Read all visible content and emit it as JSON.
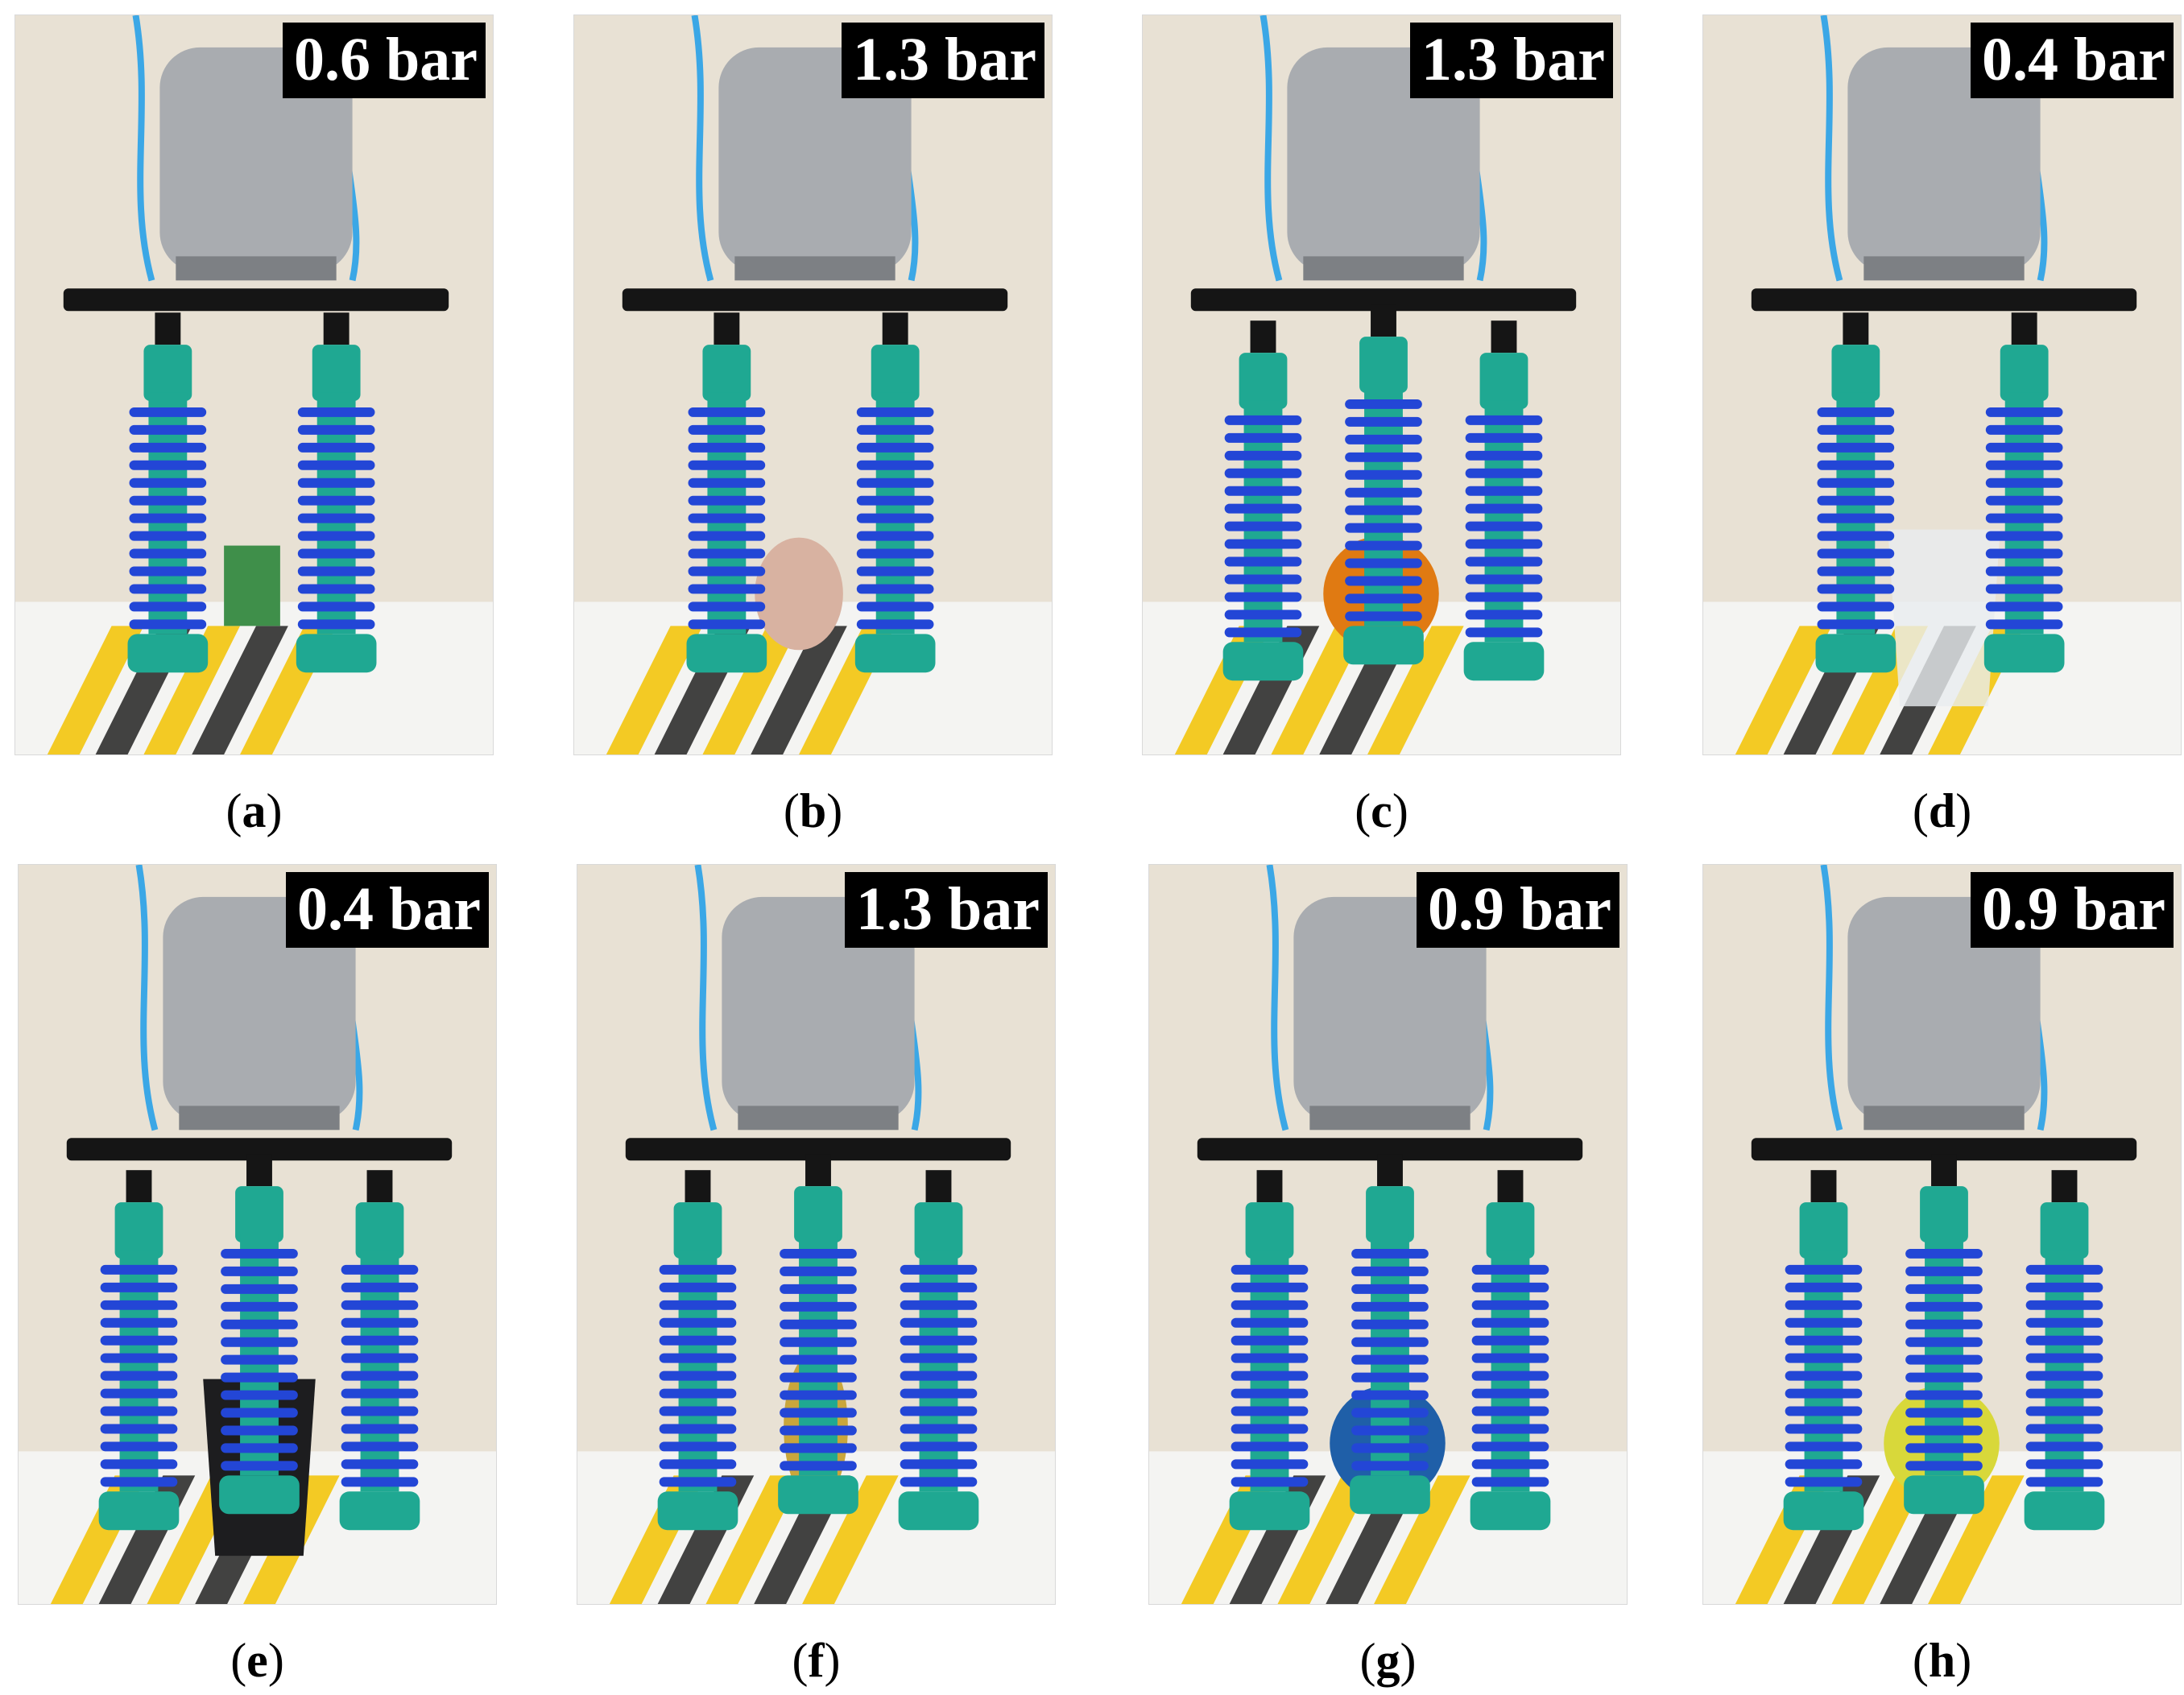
{
  "panels": [
    {
      "id": "a",
      "pressure": "0.6 bar",
      "caption_open": "(",
      "caption_letter": "a",
      "caption_close": ")",
      "fingers": 2,
      "object": "small-box",
      "object_color": "#3f8f4a"
    },
    {
      "id": "b",
      "pressure": "1.3 bar",
      "caption_open": "(",
      "caption_letter": "b",
      "caption_close": ")",
      "fingers": 2,
      "object": "egg",
      "object_color": "#d8b2a1"
    },
    {
      "id": "c",
      "pressure": "1.3 bar",
      "caption_open": "(",
      "caption_letter": "c",
      "caption_close": ")",
      "fingers": 3,
      "object": "orange",
      "object_color": "#e07a12"
    },
    {
      "id": "d",
      "pressure": "0.4 bar",
      "caption_open": "(",
      "caption_letter": "d",
      "caption_close": ")",
      "fingers": 2,
      "object": "plastic-cup",
      "object_color": "#e9ecef"
    },
    {
      "id": "e",
      "pressure": "0.4 bar",
      "caption_open": "(",
      "caption_letter": "e",
      "caption_close": ")",
      "fingers": 3,
      "object": "black-cup",
      "object_color": "#1d1d1f"
    },
    {
      "id": "f",
      "pressure": "1.3 bar",
      "caption_open": "(",
      "caption_letter": "f",
      "caption_close": ")",
      "fingers": 3,
      "object": "banana",
      "object_color": "#c9a63c"
    },
    {
      "id": "g",
      "pressure": "0.9 bar",
      "caption_open": "(",
      "caption_letter": "g",
      "caption_close": ")",
      "fingers": 3,
      "object": "blue-ball",
      "object_color": "#1f5fa8"
    },
    {
      "id": "h",
      "pressure": "0.9 bar",
      "caption_open": "(",
      "caption_letter": "h",
      "caption_close": ")",
      "fingers": 3,
      "object": "tennis-ball",
      "object_color": "#d8d83a"
    }
  ],
  "colors": {
    "finger_blue": "#2346d6",
    "finger_teal": "#1fa892",
    "mount_black": "#151515",
    "robot_gray": "#a9acb0",
    "hose_blue": "#3ba7e6",
    "hazard_yellow": "#f2c200"
  }
}
